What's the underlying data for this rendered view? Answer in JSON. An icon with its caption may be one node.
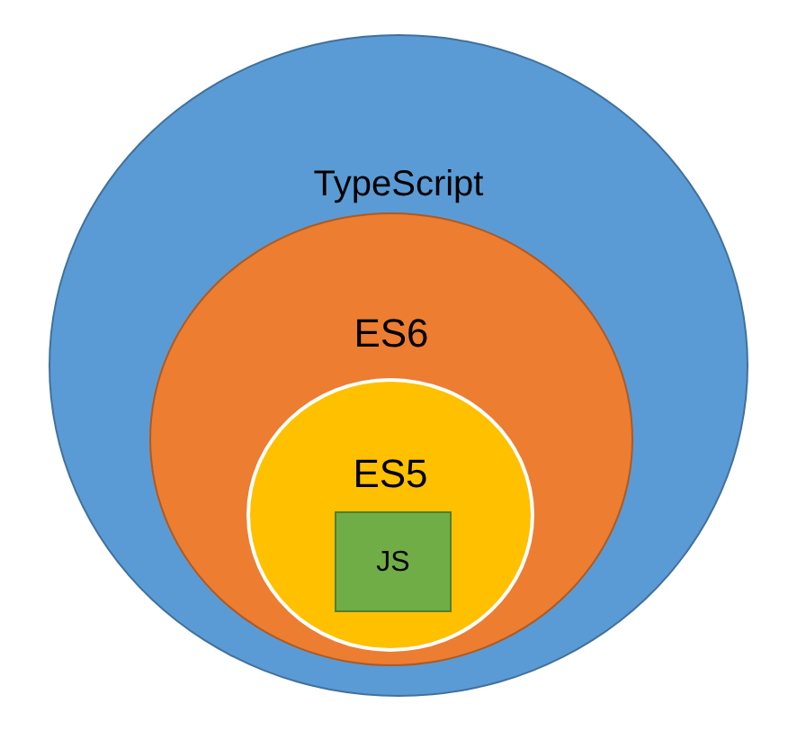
{
  "diagram": {
    "nodes": [
      {
        "text": [
          "TypeScript"
        ]
      },
      {
        "text": [
          "ES6"
        ],
        "in": 0
      },
      {
        "text": [
          "ES5"
        ],
        "in": 1
      },
      {
        "text": [
          "JS"
        ],
        "in": 2
      }
    ]
  }
}
